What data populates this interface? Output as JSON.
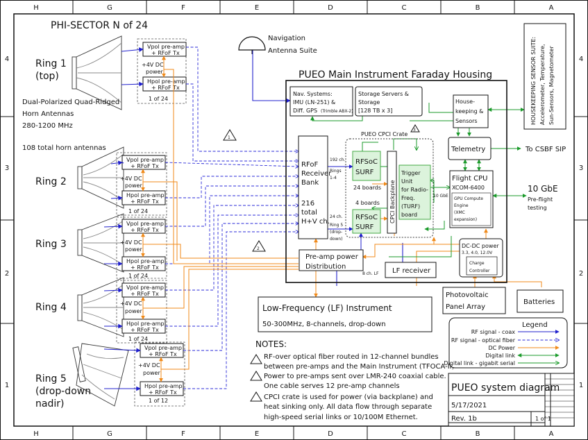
{
  "frame": {
    "cols": [
      "H",
      "G",
      "F",
      "E",
      "D",
      "C",
      "B",
      "A"
    ],
    "rows": [
      "4",
      "3",
      "2",
      "1"
    ]
  },
  "sector_title": "PHI-SECTOR N of 24",
  "rings": [
    {
      "name_line1": "Ring 1",
      "name_line2": "(top)"
    },
    {
      "name_line1": "Ring 2",
      "name_line2": ""
    },
    {
      "name_line1": "Ring 3",
      "name_line2": ""
    },
    {
      "name_line1": "Ring 4",
      "name_line2": ""
    },
    {
      "name_line1": "Ring 5",
      "name_line2": "(drop-down",
      "name_line3": "nadir)"
    }
  ],
  "horn_desc": {
    "line1": "Dual-Polarized Quad-Ridged",
    "line2": "Horn Antennas",
    "line3": "280-1200 MHz"
  },
  "total_horns": "108 total horn antennas",
  "preamp": {
    "vpol": "Vpol pre-amp",
    "hpol": "Hpol pre-amp",
    "rfof": "+ RFoF Tx",
    "dc_line1": "+4V DC",
    "dc_line2": "power",
    "count24": "1 of 24",
    "count12": "1 of 12"
  },
  "nav_antenna": {
    "line1": "Navigation",
    "line2": "Antenna Suite"
  },
  "housing_title": "PUEO Main Instrument Faraday Housing",
  "nav_systems": {
    "line1": "Nav. Systems:",
    "line2": "IMU (LN-251) &",
    "line3": "Diff. GPS",
    "line3b": "(Trimble ABX-2)"
  },
  "storage": {
    "line1": "Storage Servers &",
    "line2": "Storage",
    "line3": "[128 TB x 3]"
  },
  "housekeeping": {
    "line1": "House-",
    "line2": "keeping &",
    "line3": "Sensors"
  },
  "housekeeping_suite": {
    "line1": "HOUSEKEEPING SENSOR SUITE:",
    "line2": "Accelerometer, Temperature,",
    "line3": "Sun-Sensors, Magnetometer"
  },
  "telemetry": "Telemetry",
  "csbf": "To CSBF SIP",
  "cpci_crate": "PUEO CPCI Crate",
  "receiver": {
    "line1": "RFoF",
    "line2": "Receiver",
    "line3": "Bank",
    "line4": "216",
    "line5": "total",
    "line6": "H+V ch."
  },
  "rings_note_a": {
    "line1": "192 ch.",
    "line2": "Rings",
    "line3": "1-4"
  },
  "rings_note_b": {
    "line1": "24 ch.",
    "line2": "Ring 5",
    "line3": "(drop-",
    "line4": "down)"
  },
  "rfsoc_a": {
    "line1": "RFSoC",
    "line2": "SURF",
    "count": "24 boards"
  },
  "rfsoc_b": {
    "line1": "RFSoC",
    "line2": "SURF",
    "count": "4 boards"
  },
  "backplane": "CPCI Backplane",
  "trigger": {
    "line1": "Trigger",
    "line2": "Unit",
    "line3": "for Radio-",
    "line4": "Freq.",
    "line5": "(TURF)",
    "line6": "board"
  },
  "gbe_small": "10 GbE",
  "flight_cpu": {
    "line1": "Flight CPU",
    "line2": "XCOM-6400",
    "gpu1": "GPU Compute",
    "gpu2": "Engine",
    "gpu3": "(XMC",
    "gpu4": "expansion)"
  },
  "gbe_big": "10 GbE",
  "preflight": {
    "line1": "Pre-flight",
    "line2": "testing"
  },
  "dcdc": {
    "line1": "DC-DC power",
    "line2": "3.3, 4.0, 12.0V",
    "charge1": "Charge",
    "charge2": "Controller"
  },
  "preamp_dist": {
    "line1": "Pre-amp power",
    "line2": "Distribution"
  },
  "lf_receiver": "LF receiver",
  "lf_channels": "8 ch. LF",
  "pv": {
    "line1": "Photovoltaic",
    "line2": "Panel Array"
  },
  "batteries": "Batteries",
  "lf_instrument": {
    "title": "Low-Frequency (LF) Instrument",
    "sub": "50-300MHz, 8-channels, drop-down"
  },
  "notes": {
    "title": "NOTES:",
    "n1a": "RF-over optical fiber routed in 12-channel bundles",
    "n1b": "between pre-amps and the Main Instrument (TFOCA-II)",
    "n2a": "Power to pre-amps sent over LMR-240 coaxial cable.",
    "n2b": "One cable serves 12 pre-amp channels",
    "n3a": "CPCI crate is used for power (via backplane) and",
    "n3b": "heat sinking only.  All data flow through separate",
    "n3c": "high-speed serial links or 10/100M Ethernet."
  },
  "legend": {
    "title": "Legend",
    "items": [
      "RF signal - coax",
      "RF signal - optical fiber",
      "DC Power",
      "Digital link",
      "Digital link - gigabit serial"
    ]
  },
  "title_block": {
    "title": "PUEO system diagram",
    "date": "5/17/2021",
    "rev": "Rev. 1b",
    "sheet": "1 of 1"
  },
  "colors": {
    "coax": "#1f1fcc",
    "fiber": "#2a2ad8",
    "power": "#f08a1a",
    "digital": "#1a9a2a",
    "serial": "#1a9a2a",
    "fill_green": "#dcf3dc"
  }
}
